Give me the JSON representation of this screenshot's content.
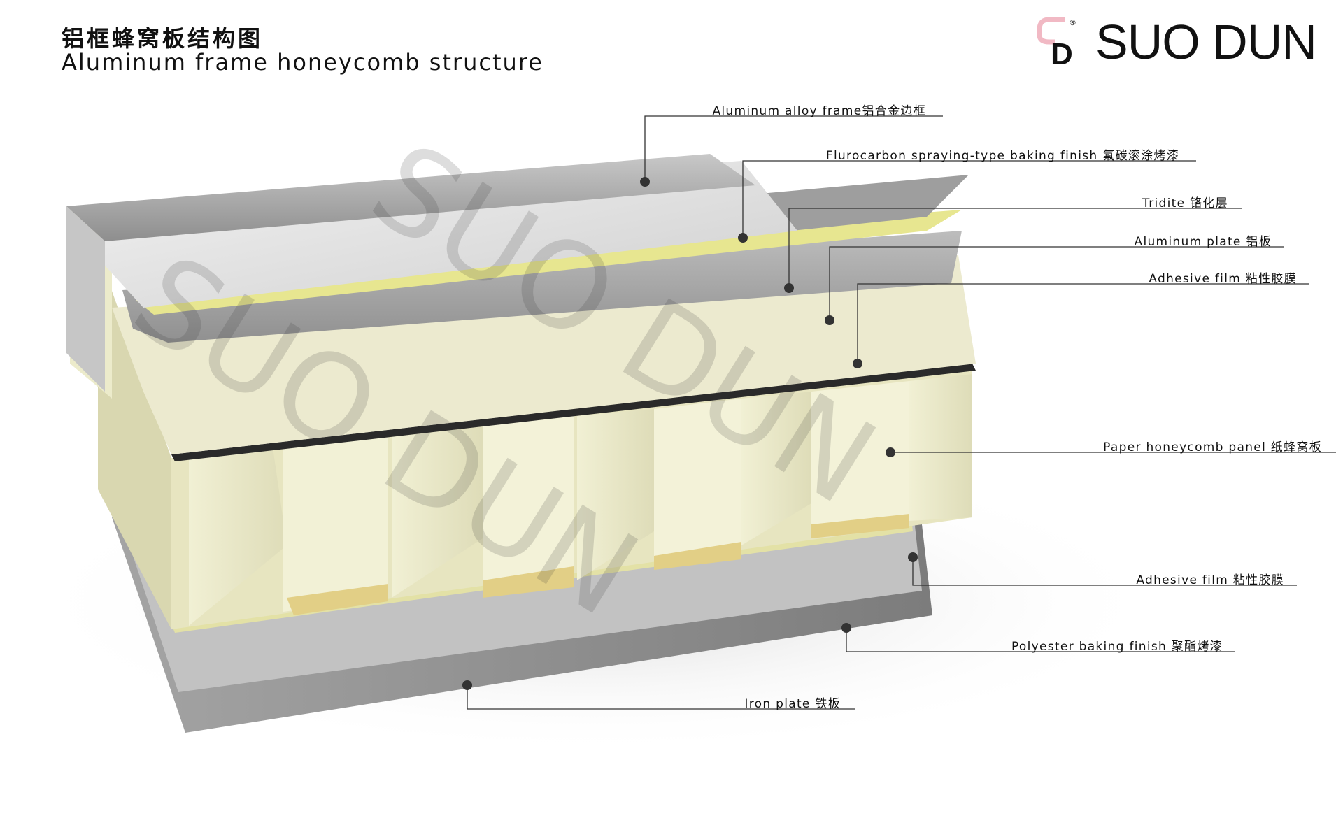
{
  "header": {
    "title_cn": "铝框蜂窝板结构图",
    "title_en": "Aluminum frame honeycomb structure"
  },
  "brand": {
    "name": "SUO DUN",
    "registered_mark": "®",
    "logo_letter": "D",
    "watermark": "SUO DUN"
  },
  "layers": [
    {
      "label": "Aluminum alloy frame铝合金边框"
    },
    {
      "label": "Flurocarbon spraying-type baking finish 氟碳滚涂烤漆"
    },
    {
      "label": "Tridite 铬化层"
    },
    {
      "label": "Aluminum plate 铝板"
    },
    {
      "label": "Adhesive film 粘性胶膜"
    },
    {
      "label": "Paper honeycomb panel 纸蜂窝板"
    },
    {
      "label": "Adhesive film 粘性胶膜"
    },
    {
      "label": "Polyester baking finish 聚酯烤漆"
    },
    {
      "label": "Iron plate 铁板"
    }
  ],
  "colors": {
    "frame_gray": "#9a9a9a",
    "coating_light": "#dcdcdc",
    "tridite_yellow": "#e8e79a",
    "aluminum_plate": "#a8a8a8",
    "adhesive_cream": "#e9e8d2",
    "honeycomb_cream": "#ecebc8",
    "bottom_adhesive": "#e2e0a6",
    "polyester_gray": "#bdbdbd",
    "iron_gray": "#8f8f8f",
    "brand_pink": "#f1b9c4"
  }
}
